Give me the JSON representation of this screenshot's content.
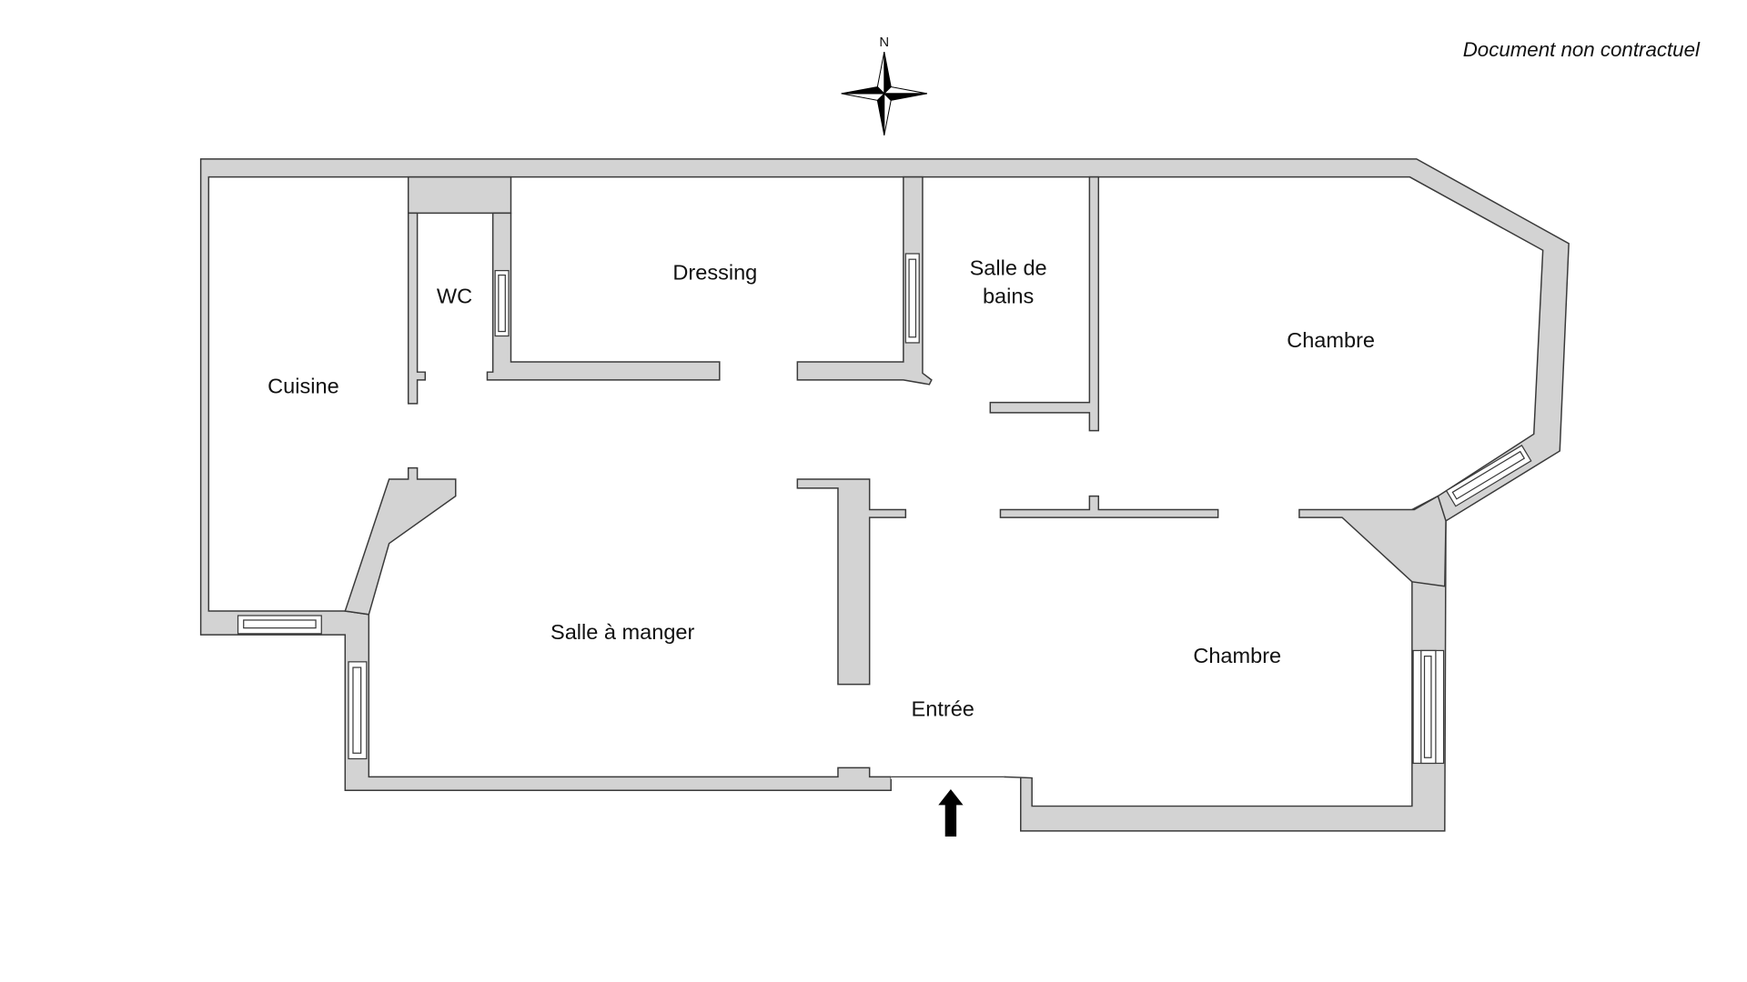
{
  "note": "Document non contractuel",
  "compass": {
    "label": "N",
    "icon": "compass-rose-icon"
  },
  "rooms": {
    "cuisine": "Cuisine",
    "wc": "WC",
    "dressing": "Dressing",
    "sdb_line1": "Salle de",
    "sdb_line2": "bains",
    "chambre_north": "Chambre",
    "salle_a_manger": "Salle à manger",
    "entree": "Entrée",
    "chambre_south": "Chambre"
  },
  "entrance_icon": "entrance-arrow-icon",
  "colors": {
    "wall": "#d3d3d3",
    "stroke": "#3a3a3a"
  }
}
